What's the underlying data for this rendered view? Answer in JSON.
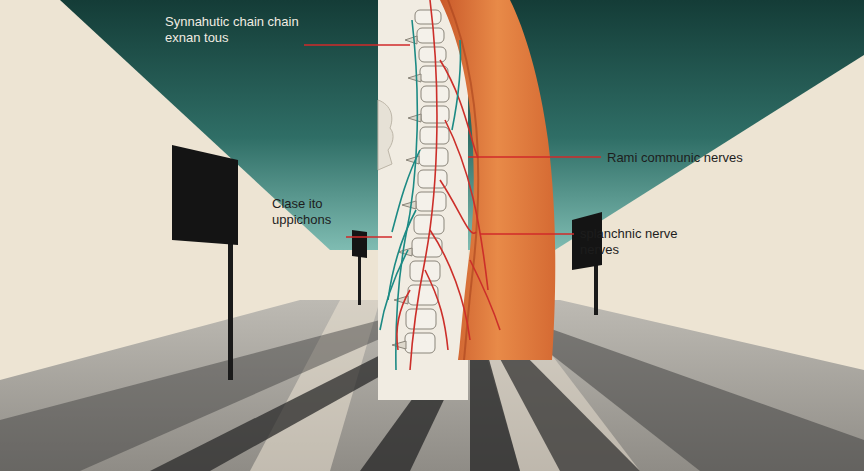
{
  "diagram": {
    "labels": [
      "Synnahutic chain chain exnan tous",
      "Rami communic nerves",
      "Clase ito uppichons",
      "splanchnic nerve nerves"
    ]
  }
}
